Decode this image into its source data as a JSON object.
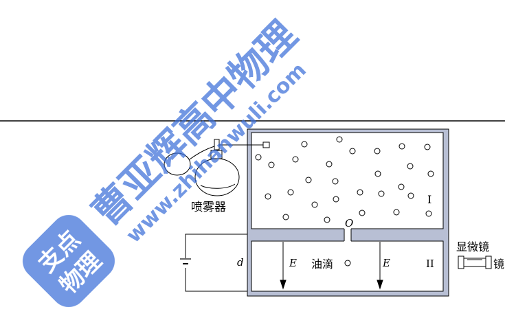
{
  "diagram": {
    "labels": {
      "sprayer": "喷雾器",
      "oil_drop": "油滴",
      "microscope": "显微镜",
      "microscope_edge": "镜",
      "origin": "O",
      "distance": "d",
      "field_left": "E",
      "field_right": "E",
      "region_1": "I",
      "region_2": "II"
    },
    "colors": {
      "chamber_wall": "#b8bfd4",
      "line": "#000000",
      "watermark": "#3b6fd8"
    }
  },
  "watermark": {
    "main": "曹亚辉高中物理",
    "url": "www.zhihanwuli.com",
    "badge_top": "支点",
    "badge_bottom": "物理"
  }
}
